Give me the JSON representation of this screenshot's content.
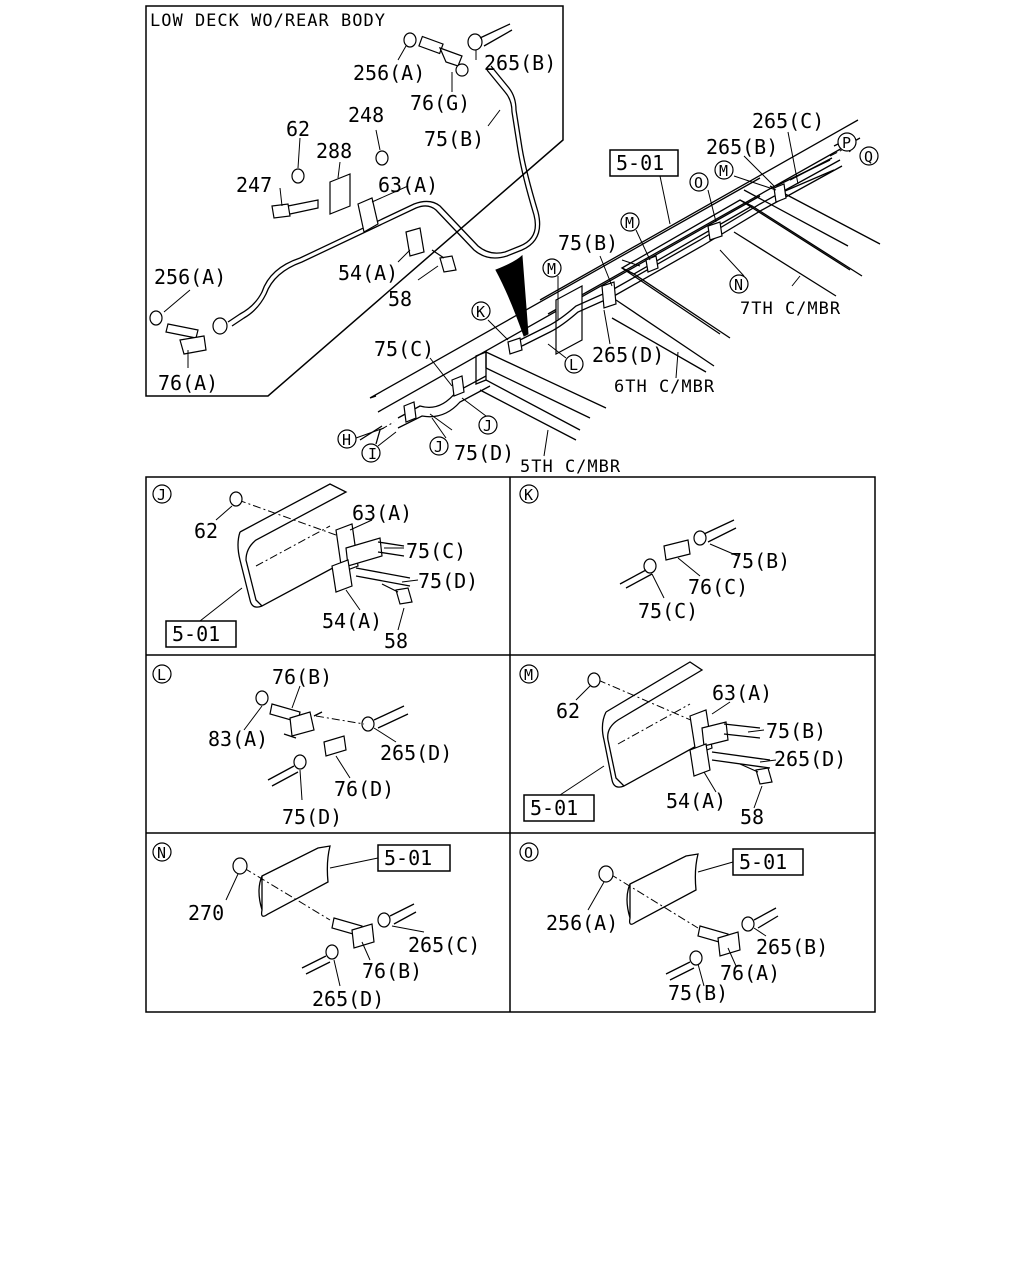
{
  "top_inset": {
    "title": "LOW DECK WO/REAR BODY",
    "labels": [
      "256(A)",
      "265(B)",
      "76(G)",
      "75(B)",
      "248",
      "62",
      "288",
      "247",
      "63(A)",
      "54(A)",
      "58",
      "256(A)",
      "76(A)"
    ]
  },
  "main_view": {
    "ref_box": "5-01",
    "labels": [
      "265(C)",
      "265(B)",
      "75(B)",
      "265(D)",
      "75(C)",
      "75(D)"
    ],
    "members": [
      "7TH C/MBR",
      "6TH C/MBR",
      "5TH C/MBR"
    ],
    "callouts": [
      "P",
      "Q",
      "O",
      "M",
      "M",
      "M",
      "N",
      "K",
      "L",
      "J",
      "J",
      "H",
      "I"
    ]
  },
  "details": [
    {
      "letter": "J",
      "ref_box": "5-01",
      "labels": [
        "62",
        "63(A)",
        "75(C)",
        "75(D)",
        "54(A)",
        "58"
      ]
    },
    {
      "letter": "K",
      "labels": [
        "75(B)",
        "76(C)",
        "75(C)"
      ]
    },
    {
      "letter": "L",
      "labels": [
        "76(B)",
        "83(A)",
        "265(D)",
        "76(D)",
        "75(D)"
      ]
    },
    {
      "letter": "M",
      "ref_box": "5-01",
      "labels": [
        "62",
        "63(A)",
        "75(B)",
        "265(D)",
        "54(A)",
        "58"
      ]
    },
    {
      "letter": "N",
      "ref_box": "5-01",
      "labels": [
        "270",
        "265(C)",
        "76(B)",
        "265(D)"
      ]
    },
    {
      "letter": "O",
      "ref_box": "5-01",
      "labels": [
        "256(A)",
        "265(B)",
        "76(A)",
        "75(B)"
      ]
    }
  ]
}
